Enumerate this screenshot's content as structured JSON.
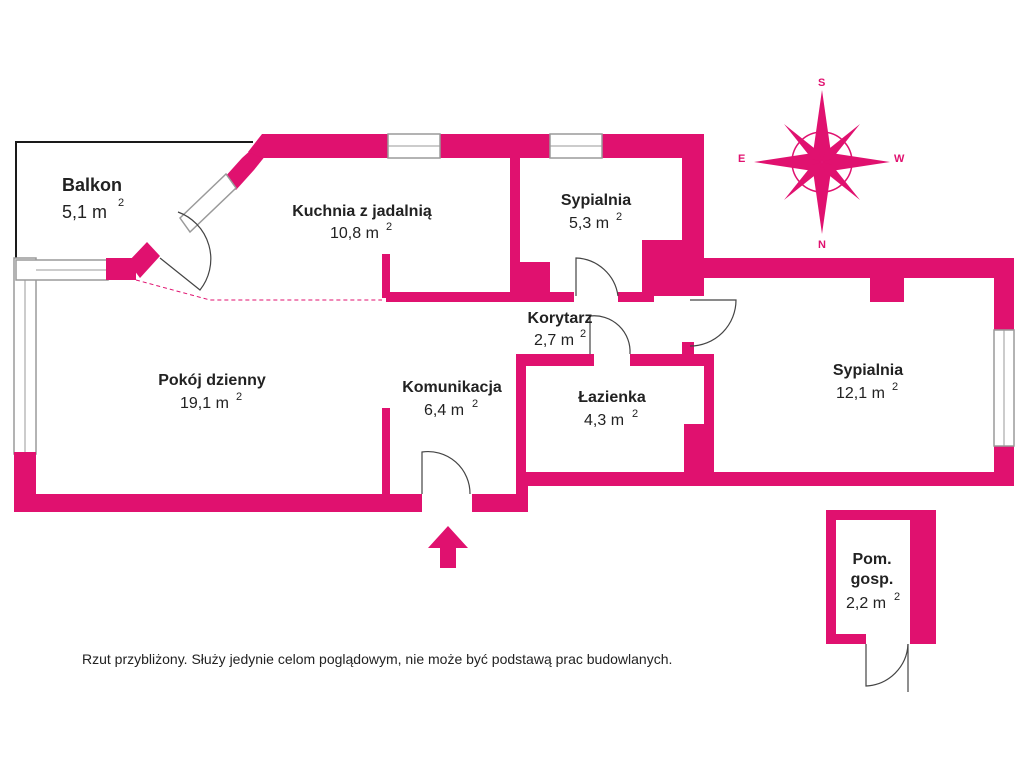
{
  "colors": {
    "wall": "#E0116F",
    "window": "#9A9A9A",
    "outline": "#1A1A1A",
    "text": "#222222"
  },
  "rooms": [
    {
      "name": "Balkon",
      "area": "5,1 m",
      "sup": "2"
    },
    {
      "name": "Kuchnia z jadalnią",
      "area": "10,8 m",
      "sup": "2"
    },
    {
      "name": "Sypialnia",
      "area": "5,3 m",
      "sup": "2"
    },
    {
      "name": "Korytarz",
      "area": "2,7 m",
      "sup": "2"
    },
    {
      "name": "Pokój dzienny",
      "area": "19,1 m",
      "sup": "2"
    },
    {
      "name": "Komunikacja",
      "area": "6,4 m",
      "sup": "2"
    },
    {
      "name": "Łazienka",
      "area": "4,3 m",
      "sup": "2"
    },
    {
      "name": "Sypialnia",
      "area": "12,1 m",
      "sup": "2"
    },
    {
      "name_lines": [
        "Pom.",
        "gosp."
      ],
      "area": "2,2 m",
      "sup": "2"
    }
  ],
  "compass": {
    "n": "N",
    "s": "S",
    "e": "E",
    "w": "W"
  },
  "entrance_icon": "up-arrow-icon",
  "disclaimer": "Rzut przybliżony. Służy jedynie celom poglądowym, nie może być podstawą prac budowlanych."
}
